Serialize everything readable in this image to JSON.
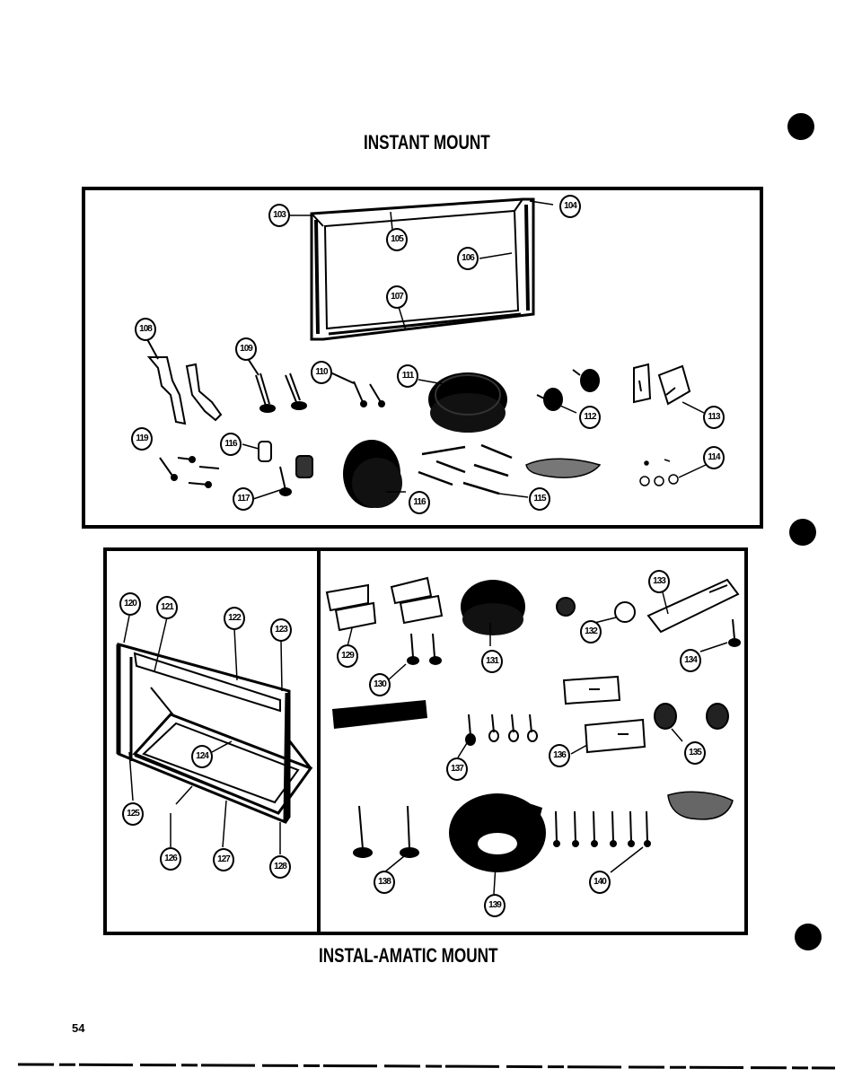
{
  "page": {
    "title_top": "INSTANT MOUNT",
    "title_bottom": "INSTAL-AMATIC MOUNT",
    "page_number": "54"
  },
  "callouts": {
    "c103": "103",
    "c104": "104",
    "c105": "105",
    "c106": "106",
    "c107": "107",
    "c108": "108",
    "c109": "109",
    "c110": "110",
    "c111": "111",
    "c112": "112",
    "c113": "113",
    "c114": "114",
    "c115": "115",
    "c116a": "116",
    "c116b": "116",
    "c117": "117",
    "c119": "119",
    "c120": "120",
    "c121": "121",
    "c122": "122",
    "c123": "123",
    "c124": "124",
    "c125": "125",
    "c126": "126",
    "c127": "127",
    "c128": "128",
    "c129": "129",
    "c130": "130",
    "c131": "131",
    "c132": "132",
    "c133": "133",
    "c134": "134",
    "c135": "135",
    "c136": "136",
    "c137": "137",
    "c138": "138",
    "c139": "139",
    "c140": "140"
  }
}
